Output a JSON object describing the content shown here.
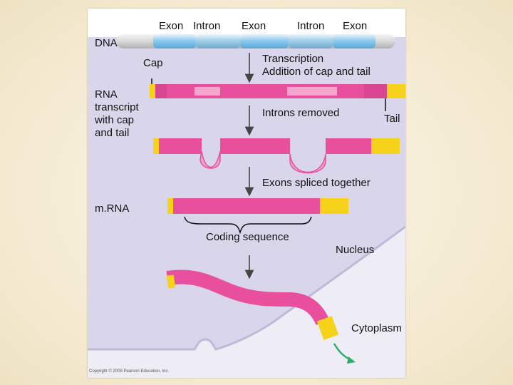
{
  "labels": {
    "exon1": "Exon",
    "intron1": "Intron",
    "exon2": "Exon",
    "intron2": "Intron",
    "exon3": "Exon",
    "dna": "DNA",
    "cap": "Cap",
    "transcription": "Transcription\nAddition of cap and tail",
    "rna_transcript": "RNA\ntranscript\nwith cap\nand tail",
    "introns_removed": "Introns removed",
    "tail": "Tail",
    "exons_spliced": "Exons spliced together",
    "mrna": "m.RNA",
    "coding_sequence": "Coding sequence",
    "nucleus": "Nucleus",
    "cytoplasm": "Cytoplasm",
    "copyright": "Copyright © 2009 Pearson Education, Inc."
  },
  "colors": {
    "nucleus": "#d9d6ec",
    "cytoplasm": "#eeedf5",
    "exon": "#e8509e",
    "intron": "#f4a6cf",
    "cap_tail": "#f6d21a",
    "dna": "#8ecbee",
    "arrow_out": "#2fae64"
  }
}
